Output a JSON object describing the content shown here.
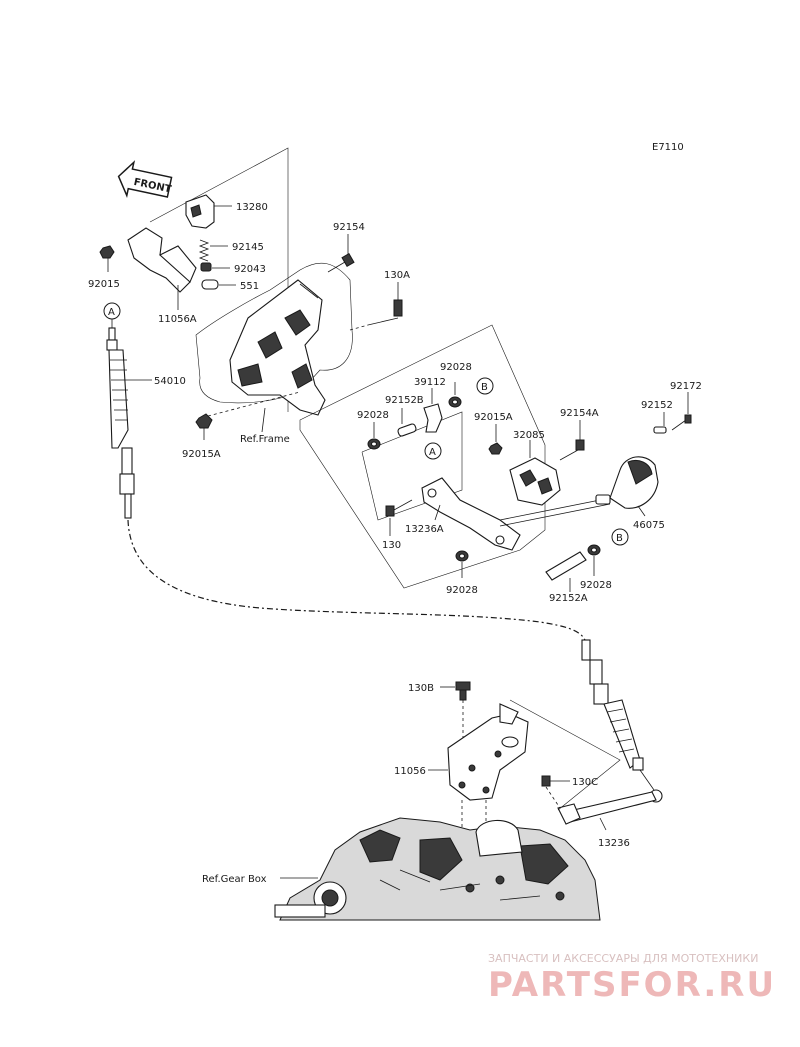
{
  "diagram_code": "E7110",
  "front_label": "FRONT",
  "callouts": {
    "p13280": "13280",
    "p92145": "92145",
    "p92043": "92043",
    "p551": "551",
    "p11056A": "11056A",
    "p92015": "92015",
    "p54010": "54010",
    "p92015A_left": "92015A",
    "ref_frame": "Ref.Frame",
    "p92154": "92154",
    "p130A": "130A",
    "p92028_top": "92028",
    "p39112": "39112",
    "p92152B": "92152B",
    "p92028_left": "92028",
    "p92015A_mid": "92015A",
    "p32085": "32085",
    "p92154A": "92154A",
    "p92172": "92172",
    "p92152": "92152",
    "p46075": "46075",
    "p130": "130",
    "p13236A": "13236A",
    "p92028_bot": "92028",
    "p92028_right": "92028",
    "p92152A": "92152A",
    "p130B": "130B",
    "p11056": "11056",
    "p130C": "130C",
    "p13236": "13236",
    "ref_gearbox": "Ref.Gear Box"
  },
  "markers": {
    "a_cable": "A",
    "a_bracket": "A",
    "b_top": "B",
    "b_bottom": "B"
  },
  "watermark": {
    "caption": "ЗАПЧАСТИ И АКСЕССУАРЫ ДЛЯ МОТОТЕХНИКИ",
    "brand": "PARTSFOR.RU"
  }
}
